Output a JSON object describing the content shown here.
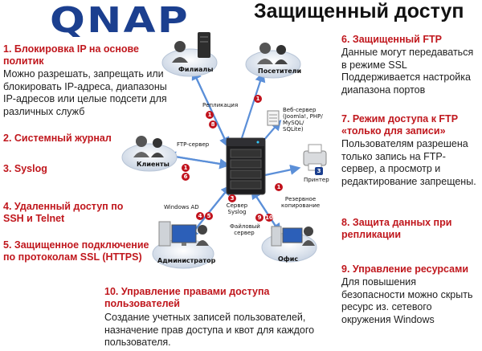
{
  "header": {
    "logo": "QNAP",
    "title": "Защищенный доступ"
  },
  "features": [
    {
      "heading": "1. Блокировка IP на основе политик",
      "desc": "Можно разрешать, запрещать или блокировать IP-адреса, диапазоны IP-адресов или целые подсети для различных служб"
    },
    {
      "heading": "2. Системный журнал",
      "desc": ""
    },
    {
      "heading": "3. Syslog",
      "desc": ""
    },
    {
      "heading": "4. Удаленный доступ по SSH и Telnet",
      "desc": ""
    },
    {
      "heading": "5. Защищенное подключение по протоколам SSL (HTTPS)",
      "desc": ""
    },
    {
      "heading": "6. Защищенный FTP",
      "desc": "Данные могут передаваться в режиме SSL Поддерживается настройка диапазона портов"
    },
    {
      "heading": "7. Режим доступа к FTP «только для записи»",
      "desc": "Пользователям разрешена только запись на FTP-сервер, а просмотр и редактирование запрещены."
    },
    {
      "heading": "8. Защита данных при репликации",
      "desc": ""
    },
    {
      "heading": "9. Управление ресурсами",
      "desc": "Для повышения безопасности можно скрыть ресурс из. сетевого окружения Windows"
    },
    {
      "heading": "10. Управление правами доступа пользователей",
      "desc": "Создание учетных записей пользователей, назначение прав доступа и квот для каждого пользователя."
    }
  ],
  "nodes": {
    "branches": "Филиалы",
    "visitors": "Посетители",
    "clients": "Клиенты",
    "admin": "Администратор",
    "office": "Офис",
    "printer": "Принтер",
    "webserver": "Веб-сервер (Joomla!, PHP/ MySQL/ SQLite)"
  },
  "links": {
    "replication": "Репликация",
    "ftp": "FTP-сервер",
    "windows_ad": "Windows AD",
    "syslog_server": "Сервер Syslog",
    "file_server": "Файловый сервер",
    "backup": "Резервное копирование"
  },
  "badges": {
    "b_replication_1": "1",
    "b_replication_8": "8",
    "b_visitors": "1",
    "b_clients_1": "1",
    "b_clients_6": "6",
    "b_admin_4": "4",
    "b_admin_5": "5",
    "b_syslog_3": "3",
    "b_office_9": "9",
    "b_office_10": "10",
    "b_backup_1": "1",
    "b_x3": "3"
  },
  "colors": {
    "accent": "#c0171d",
    "arrow": "#5b8fd8",
    "bubble": "#dfe6f0"
  }
}
